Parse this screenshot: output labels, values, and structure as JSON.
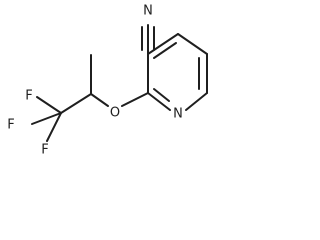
{
  "molecule": {
    "atom_labels": {
      "nitrile_n": "N",
      "ether_o": "O",
      "ring_n": "N",
      "f1": "F",
      "f2": "F",
      "f3": "F"
    }
  }
}
